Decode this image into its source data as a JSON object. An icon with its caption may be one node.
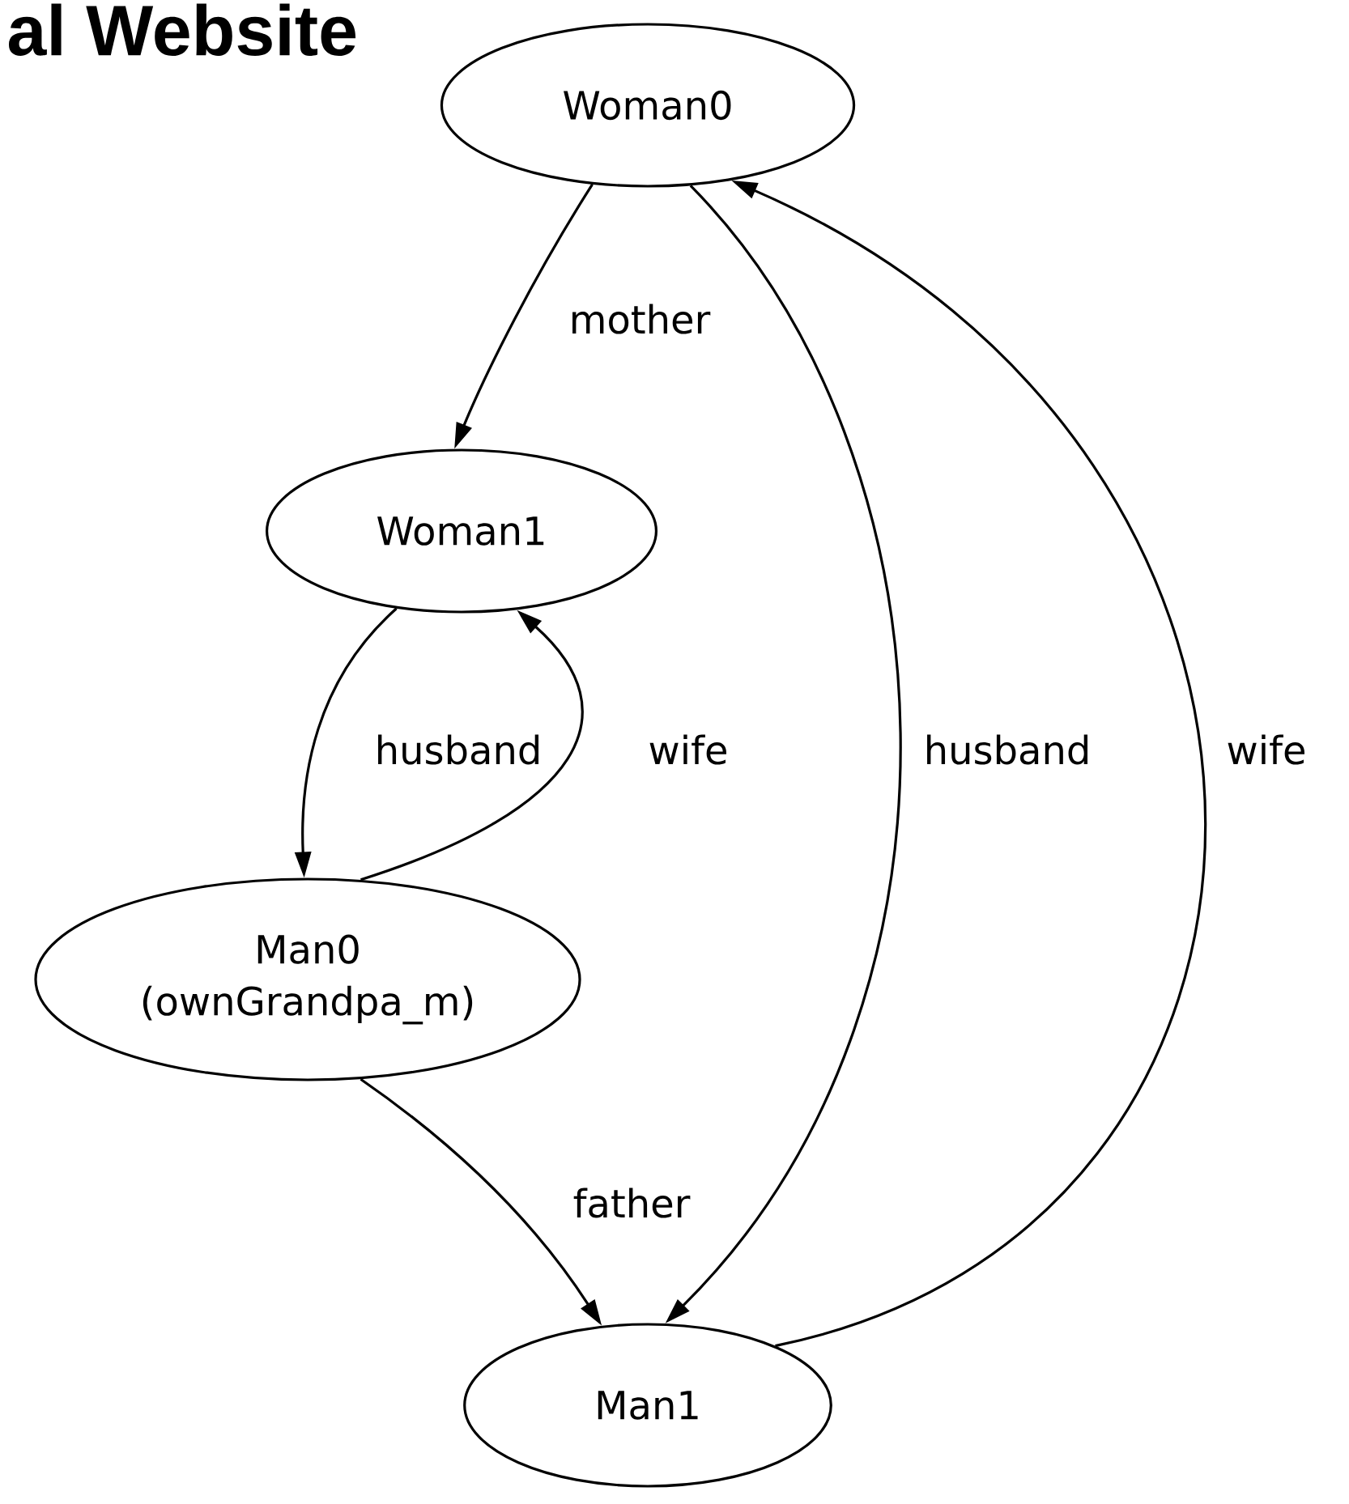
{
  "diagram": {
    "title": "al Website",
    "nodes": [
      {
        "text": [
          "Woman0"
        ]
      },
      {
        "text": [
          "Woman1"
        ]
      },
      {
        "text": [
          "Man0 (ownGrandpa_m)"
        ]
      },
      {
        "text": [
          "Man1"
        ]
      }
    ],
    "edges": [
      {
        "from": 0,
        "to": 1,
        "arrow": "to",
        "label": "mother"
      },
      {
        "from": 1,
        "to": 2,
        "arrow": "to",
        "label": "husband"
      },
      {
        "from": 2,
        "to": 1,
        "arrow": "to",
        "label": "wife"
      },
      {
        "from": 0,
        "to": 3,
        "arrow": "to",
        "label": "husband"
      },
      {
        "from": 3,
        "to": 0,
        "arrow": "to",
        "label": "wife"
      },
      {
        "from": 2,
        "to": 3,
        "arrow": "to",
        "label": "father"
      }
    ]
  }
}
